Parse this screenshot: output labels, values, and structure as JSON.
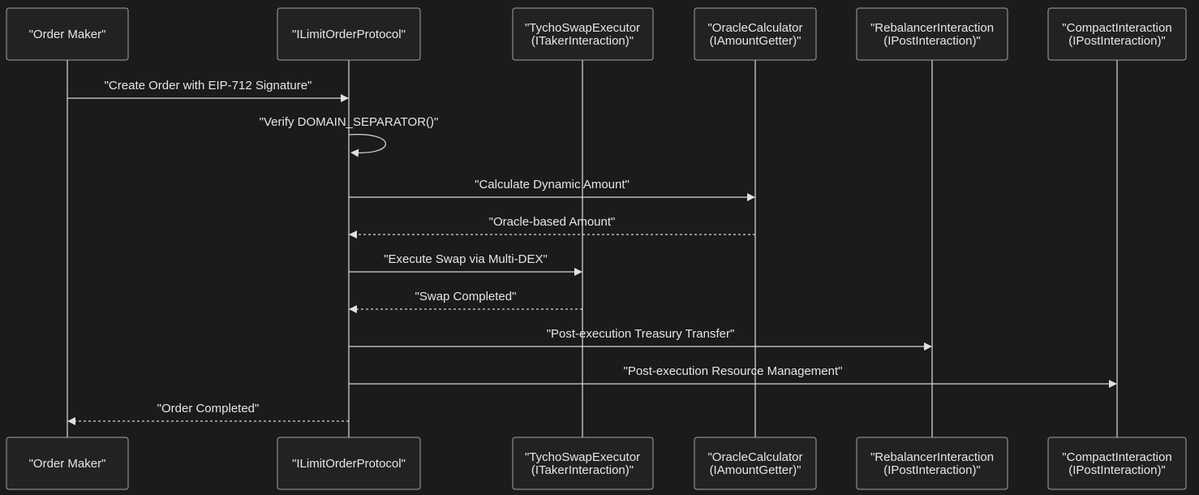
{
  "participants": [
    {
      "id": "maker",
      "lines": [
        "\"Order Maker\""
      ]
    },
    {
      "id": "protocol",
      "lines": [
        "\"ILimitOrderProtocol\""
      ]
    },
    {
      "id": "tycho",
      "lines": [
        "\"TychoSwapExecutor",
        "(ITakerInteraction)\""
      ]
    },
    {
      "id": "oracle",
      "lines": [
        "\"OracleCalculator",
        "(IAmountGetter)\""
      ]
    },
    {
      "id": "rebalancer",
      "lines": [
        "\"RebalancerInteraction",
        "(IPostInteraction)\""
      ]
    },
    {
      "id": "compact",
      "lines": [
        "\"CompactInteraction",
        "(IPostInteraction)\""
      ]
    }
  ],
  "messages": [
    {
      "from": "maker",
      "to": "protocol",
      "label": "\"Create Order with EIP-712 Signature\"",
      "style": "solid"
    },
    {
      "from": "protocol",
      "to": "protocol",
      "label": "\"Verify DOMAIN_SEPARATOR()\"",
      "style": "solid",
      "self": true
    },
    {
      "from": "protocol",
      "to": "oracle",
      "label": "\"Calculate Dynamic Amount\"",
      "style": "solid"
    },
    {
      "from": "oracle",
      "to": "protocol",
      "label": "\"Oracle-based Amount\"",
      "style": "dashed"
    },
    {
      "from": "protocol",
      "to": "tycho",
      "label": "\"Execute Swap via Multi-DEX\"",
      "style": "solid"
    },
    {
      "from": "tycho",
      "to": "protocol",
      "label": "\"Swap Completed\"",
      "style": "dashed"
    },
    {
      "from": "protocol",
      "to": "rebalancer",
      "label": "\"Post-execution Treasury Transfer\"",
      "style": "solid"
    },
    {
      "from": "protocol",
      "to": "compact",
      "label": "\"Post-execution Resource Management\"",
      "style": "solid"
    },
    {
      "from": "protocol",
      "to": "maker",
      "label": "\"Order Completed\"",
      "style": "dashed"
    }
  ]
}
